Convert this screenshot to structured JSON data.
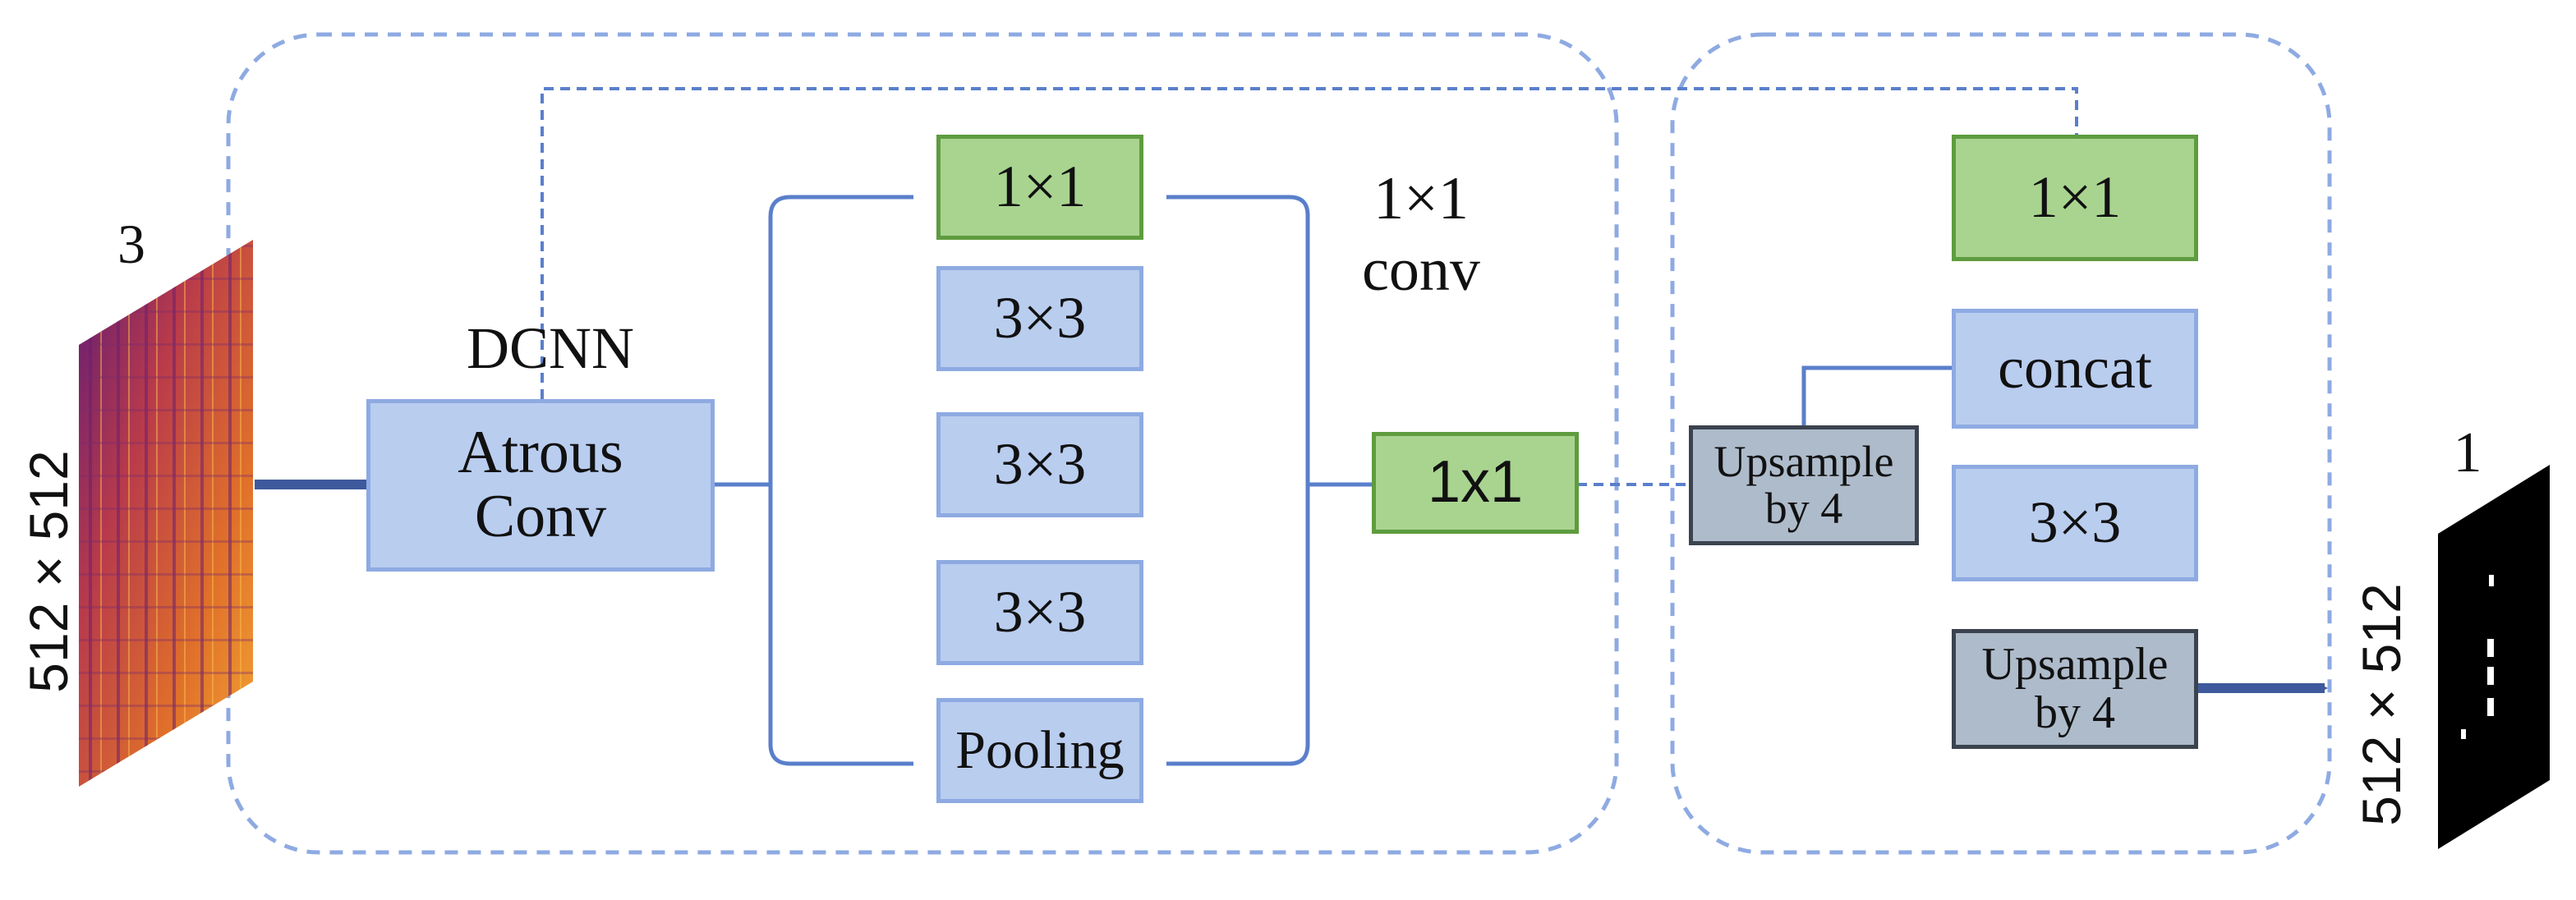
{
  "colors": {
    "blue_box": "#b9cdef",
    "green_box": "#a9d490",
    "gray_box": "#aebbcb",
    "arrow": "#3e5a9c",
    "connector": "#5a7fcb",
    "dashed_border": "#8eaae2"
  },
  "input": {
    "channels_label": "3",
    "size_label": "512 × 512"
  },
  "encoder": {
    "dcnn_label": "DCNN",
    "atrous_conv": "Atrous\nConv",
    "branches": [
      "1×1",
      "3×3",
      "3×3",
      "3×3",
      "Pooling"
    ],
    "merge_conv_label": "1×1\nconv",
    "merge_conv_box": "1x1"
  },
  "decoder": {
    "low_level_conv": "1×1",
    "concat": "concat",
    "conv3": "3×3",
    "upsample_a": "Upsample\nby 4",
    "upsample_b": "Upsample\nby 4"
  },
  "output": {
    "channels_label": "1",
    "size_label": "512 × 512"
  }
}
